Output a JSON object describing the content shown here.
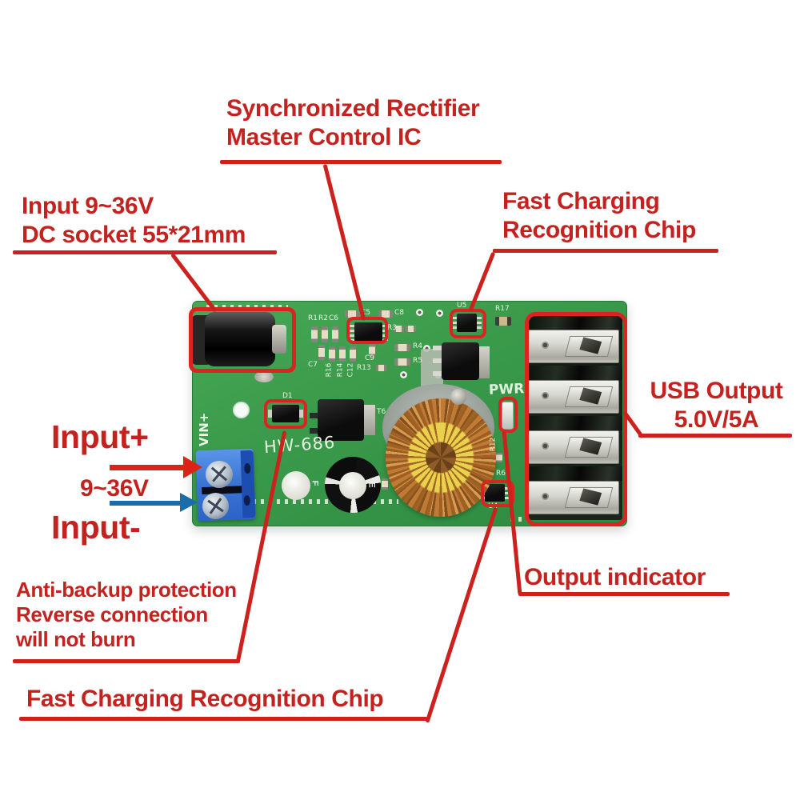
{
  "annotations": {
    "sync_ic": {
      "line1": "Synchronized Rectifier",
      "line2": "Master Control IC"
    },
    "dc_input": {
      "line1": "Input 9~36V",
      "line2": "DC socket 55*21mm"
    },
    "fast_chip_top": {
      "line1": "Fast Charging",
      "line2": "Recognition Chip"
    },
    "usb_output": {
      "line1": "USB Output",
      "line2": "5.0V/5A"
    },
    "input_plus": "Input+",
    "input_range": "9~36V",
    "input_minus": "Input-",
    "anti_backup": {
      "line1": "Anti-backup protection",
      "line2": "Reverse connection",
      "line3": "will not burn"
    },
    "output_indicator": "Output indicator",
    "fast_chip_bottom": "Fast Charging Recognition Chip"
  },
  "board": {
    "model": "HW-686",
    "pwr_label": "PWR",
    "vin_label": "VIN+",
    "labels": [
      "R1",
      "R2",
      "C6",
      "C5",
      "C8",
      "R3",
      "C7",
      "R16",
      "R14",
      "C12",
      "R13",
      "C9",
      "R4",
      "R5",
      "R17",
      "U5",
      "T6",
      "R12",
      "R6",
      "U4",
      "D1"
    ],
    "cap_marks": [
      "F",
      "E"
    ]
  },
  "colors": {
    "annotation_red": "#c3221e",
    "leader_red": "#cc211d",
    "arrow_red": "#da2418",
    "arrow_blue": "#1b6ca8",
    "pcb_green": "#3a9a4b",
    "terminal_blue": "#3a76d4"
  }
}
